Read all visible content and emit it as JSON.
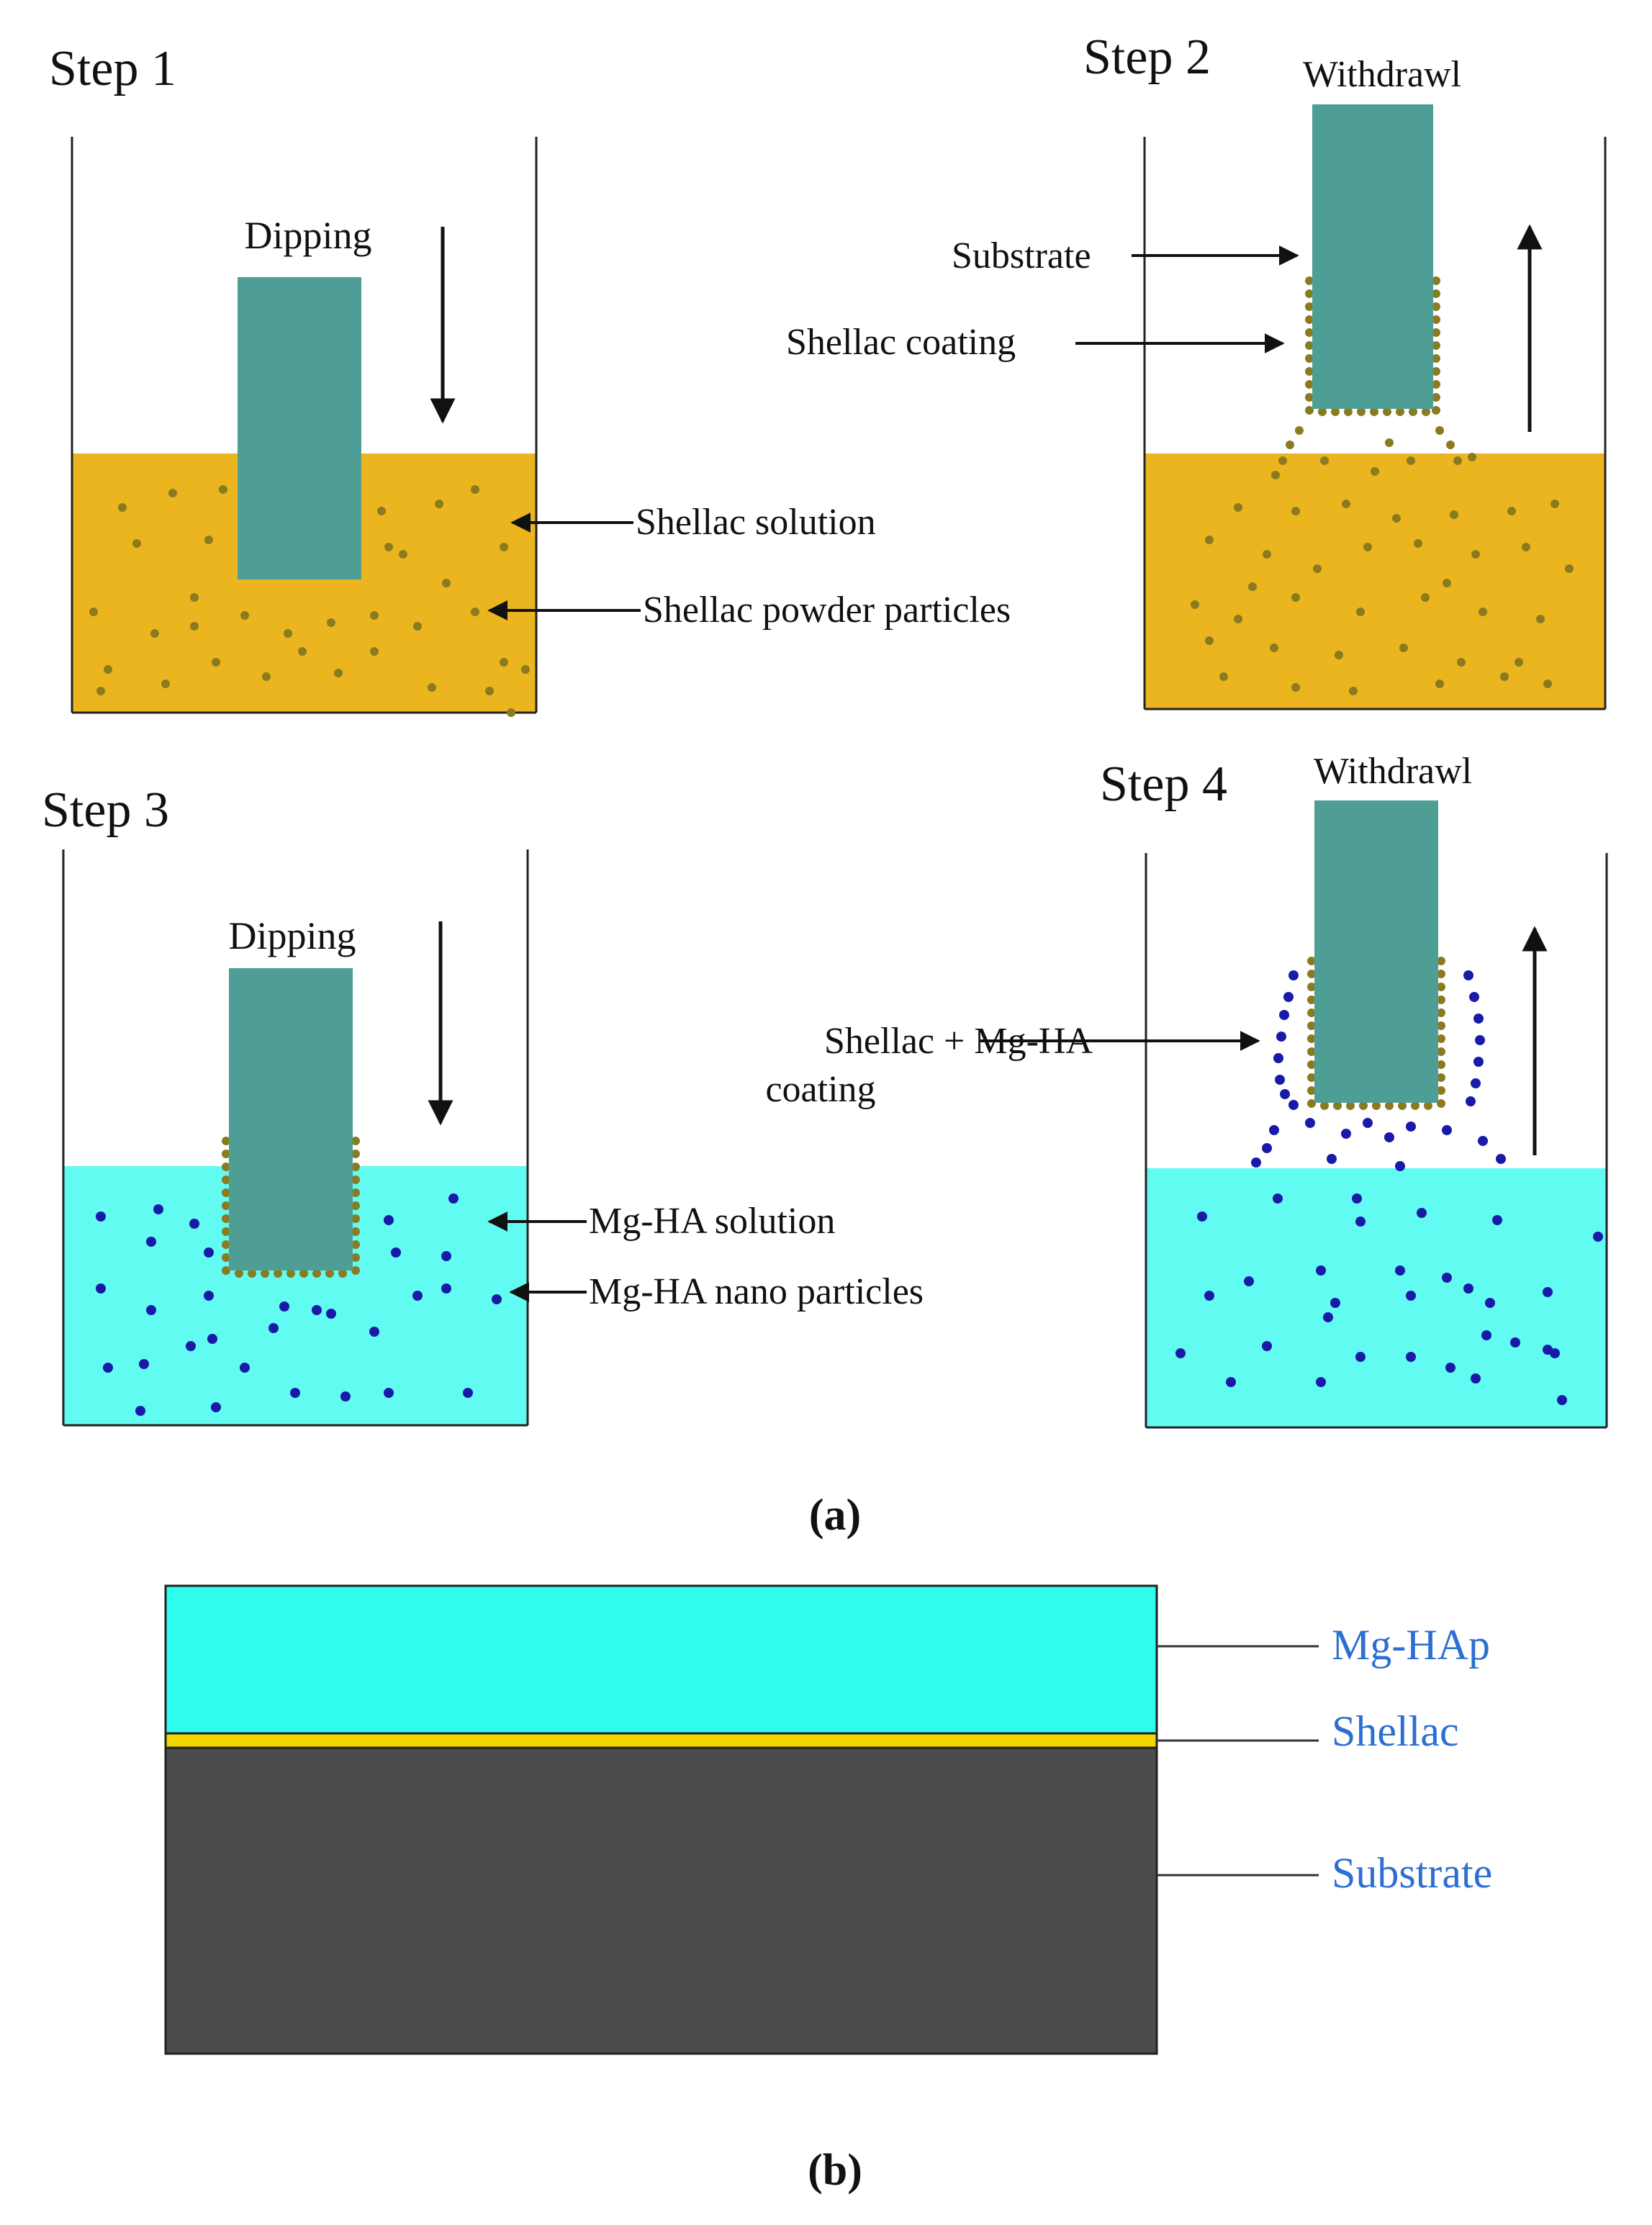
{
  "panel_a": {
    "label": "(a)",
    "steps": [
      {
        "id": "step1",
        "title": "Step 1",
        "action": "Dipping",
        "liquid": "shellac"
      },
      {
        "id": "step2",
        "title": "Step 2",
        "action": "Withdrawl",
        "liquid": "shellac"
      },
      {
        "id": "step3",
        "title": "Step 3",
        "action": "Dipping",
        "liquid": "mgha"
      },
      {
        "id": "step4",
        "title": "Step 4",
        "action": "Withdrawl",
        "liquid": "mgha"
      }
    ],
    "labels": {
      "shellac_solution": "Shellac solution",
      "shellac_particles": "Shellac powder particles",
      "substrate": "Substrate",
      "shellac_coating": "Shellac coating",
      "mgha_solution": "Mg-HA solution",
      "mgha_particles": "Mg-HA nano particles",
      "combined_coating_line1": "Shellac + Mg-HA",
      "combined_coating_line2": "coating"
    }
  },
  "panel_b": {
    "label": "(b)",
    "layers": [
      {
        "name": "Mg-HAp",
        "color": "#2efced"
      },
      {
        "name": "Shellac",
        "color": "#f2d600"
      },
      {
        "name": "Substrate",
        "color": "#4a4b4b"
      }
    ]
  },
  "colors": {
    "shellac_liquid": "#ebb51f",
    "shellac_particle": "#8a7a20",
    "mgha_liquid": "#62fbf1",
    "mgha_particle": "#1a1aa8",
    "substrate": "#4f9e96",
    "layer_label": "#2d6fd1"
  }
}
